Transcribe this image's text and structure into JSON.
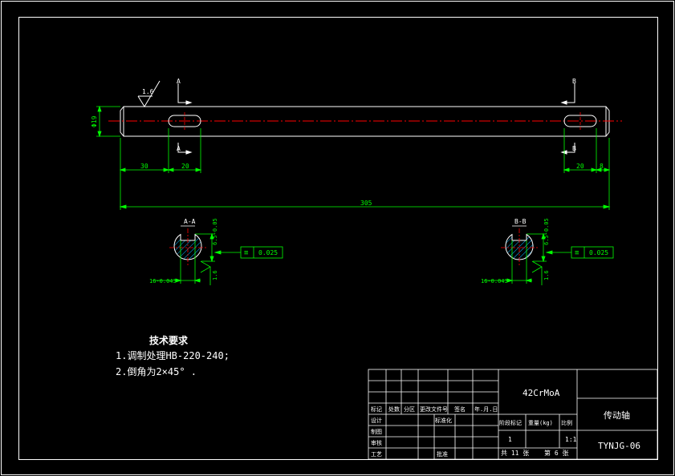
{
  "colors": {
    "background": "#000000",
    "outline": "#ffffff",
    "dimension": "#00ff00",
    "centerline": "#ff0000",
    "hatch": "#00b4ff"
  },
  "dims": {
    "diameter": "Φ19",
    "left_offset": "30",
    "left_key_width": "20",
    "right_key_width": "20",
    "right_offset": "8",
    "total_length": "305"
  },
  "roughness": "1.6",
  "section_markers": {
    "a_top": "A",
    "a_bottom": "A",
    "b_top": "B",
    "b_bottom": "B"
  },
  "sections": [
    {
      "title": "A-A",
      "depth": "6.5-0.05",
      "width": "16-0.043",
      "roughness": "1.6",
      "tol_symbol": "≡",
      "tol_value": "0.025"
    },
    {
      "title": "B-B",
      "depth": "6.5-0.05",
      "width": "16-0.043",
      "roughness": "1.6",
      "tol_symbol": "≡",
      "tol_value": "0.025"
    }
  ],
  "tech": {
    "title": "技术要求",
    "items": [
      "1.调制处理HB-220-240;",
      "2.倒角为2×45°  ."
    ]
  },
  "title_block": {
    "material": "42CrMoA",
    "part_name": "传动轴",
    "drawing_no": "TYNJG-06",
    "row_headers": [
      "标记",
      "处数",
      "分区",
      "更改文件号",
      "签名",
      "年.月.日"
    ],
    "roles": [
      "设计",
      "制图",
      "审核",
      "工艺"
    ],
    "standardize": "标准化",
    "approve": "批准",
    "stage_label": "阶段标记",
    "weight_label": "重量(kg)",
    "scale_label": "比例",
    "stage_value": "1",
    "scale_value": "1:1",
    "sheets_total": "共 11 张",
    "sheet_no": "第 6 张"
  }
}
